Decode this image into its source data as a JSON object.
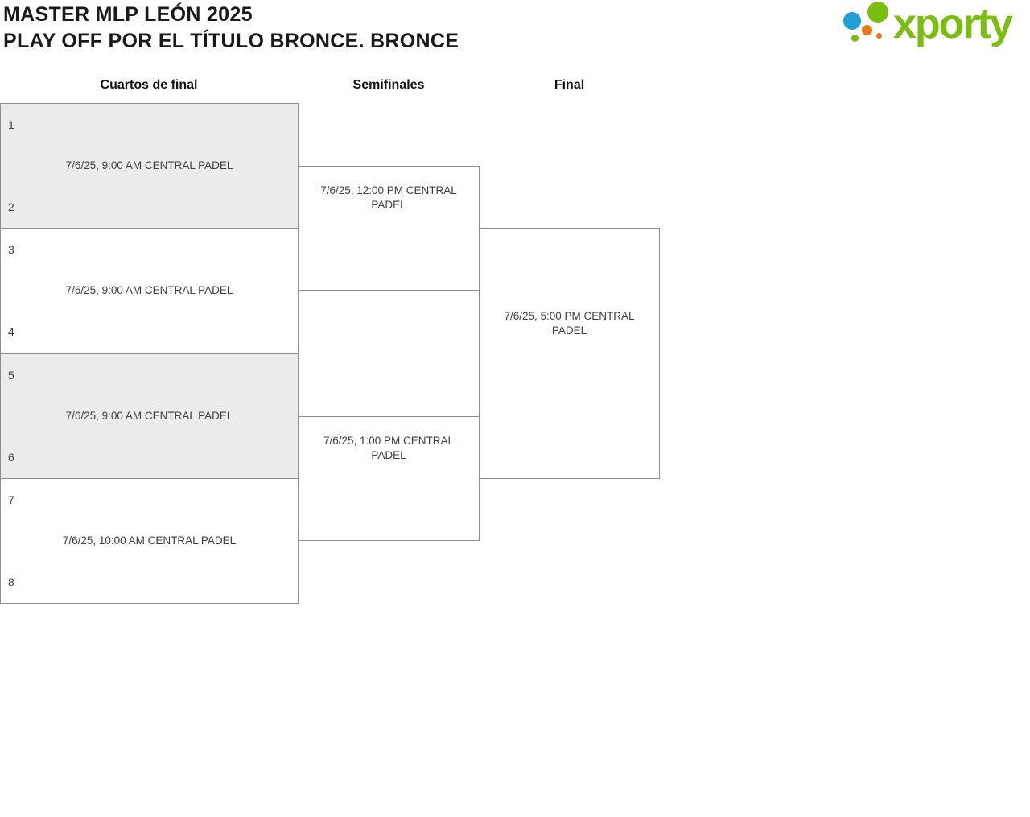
{
  "header": {
    "title_line1": "MASTER MLP LEÓN 2025",
    "title_line2": "PLAY OFF POR EL TÍTULO BRONCE. BRONCE"
  },
  "logo": {
    "text": "xporty",
    "colors": {
      "green": "#7cbd11",
      "blue": "#219fd6",
      "orange": "#e87817"
    }
  },
  "bracket": {
    "shaded_match_color": "#ececec",
    "border_color": "#8f8f8f",
    "rounds": [
      {
        "label": "Cuartos de final",
        "matches": [
          {
            "seed_top": "1",
            "seed_bottom": "2",
            "datetime": "7/6/25, 9:00 AM CENTRAL PADEL",
            "shaded": true
          },
          {
            "seed_top": "3",
            "seed_bottom": "4",
            "datetime": "7/6/25, 9:00 AM CENTRAL PADEL",
            "shaded": false
          },
          {
            "seed_top": "5",
            "seed_bottom": "6",
            "datetime": "7/6/25, 9:00 AM CENTRAL PADEL",
            "shaded": true
          },
          {
            "seed_top": "7",
            "seed_bottom": "8",
            "datetime": "7/6/25, 10:00 AM CENTRAL PADEL",
            "shaded": false
          }
        ]
      },
      {
        "label": "Semifinales",
        "matches": [
          {
            "datetime": "7/6/25, 12:00 PM CENTRAL PADEL"
          },
          {
            "datetime": "7/6/25, 1:00 PM CENTRAL PADEL"
          }
        ]
      },
      {
        "label": "Final",
        "matches": [
          {
            "datetime": "7/6/25, 5:00 PM CENTRAL PADEL"
          }
        ]
      }
    ]
  }
}
